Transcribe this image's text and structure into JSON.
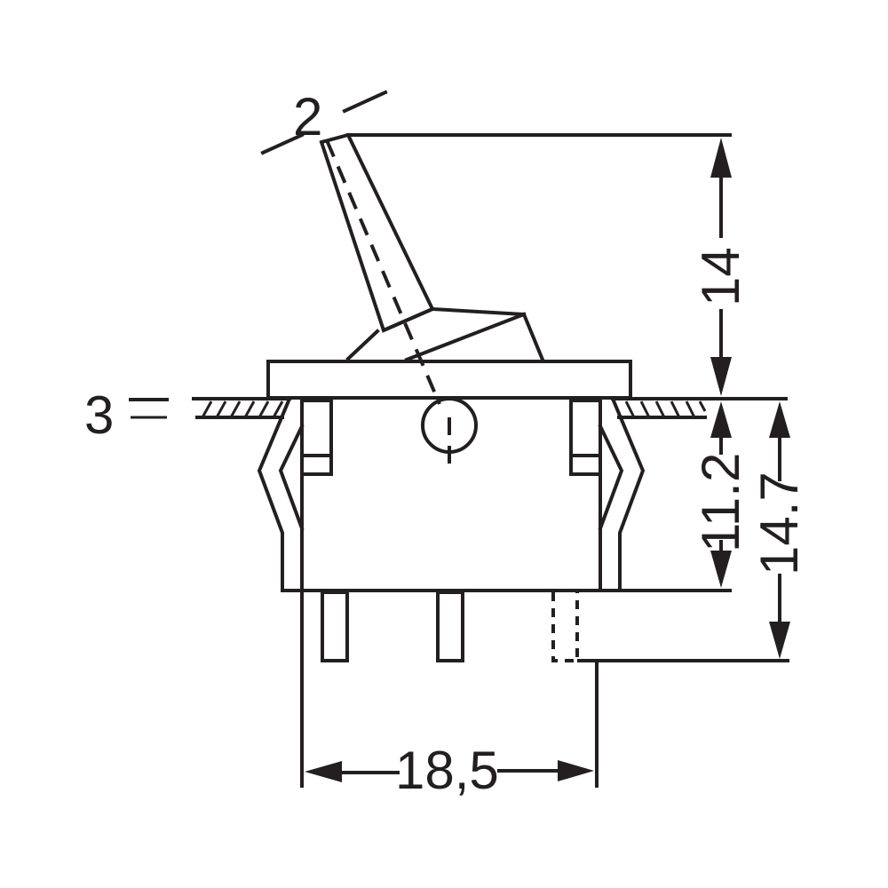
{
  "drawing": {
    "title": "Toggle switch dimensional drawing",
    "line_color": "#231f20",
    "background": "#ffffff",
    "dimensions": {
      "lever_angle_label": "2",
      "lever_height": "14",
      "panel_thickness": "3",
      "body_height": "11.2",
      "total_depth": "14.7",
      "body_width": "18,5"
    }
  }
}
